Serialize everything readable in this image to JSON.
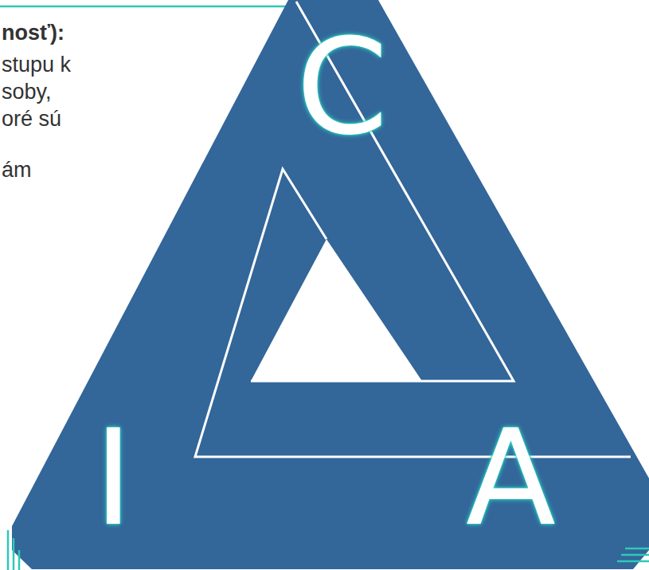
{
  "diagram": {
    "labels": [
      "nosť):",
      "stupu k",
      "soby,",
      "oré sú",
      "ám",
      "C",
      "I",
      "A"
    ]
  }
}
